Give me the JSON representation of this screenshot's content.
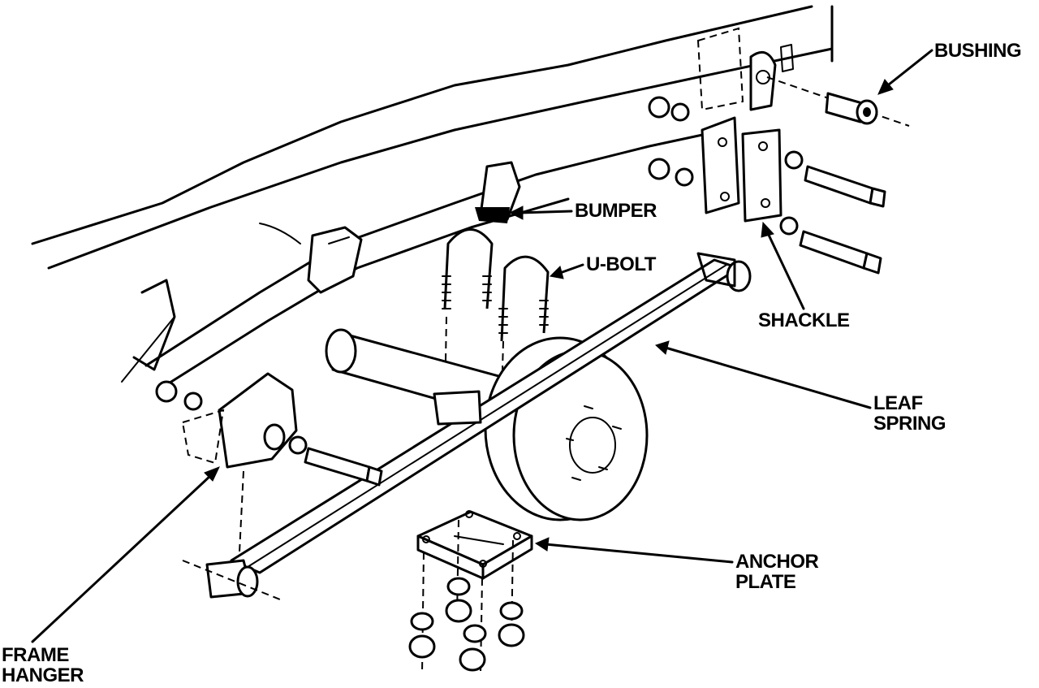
{
  "diagram": {
    "labels": {
      "bushing": "BUSHING",
      "bumper": "BUMPER",
      "u_bolt": "U-BOLT",
      "shackle": "SHACKLE",
      "leaf_spring": [
        "LEAF",
        "SPRING"
      ],
      "anchor_plate": [
        "ANCHOR",
        "PLATE"
      ],
      "frame_hanger": [
        "FRAME",
        "HANGER"
      ]
    },
    "line_color": "#000000",
    "background": "#ffffff"
  }
}
